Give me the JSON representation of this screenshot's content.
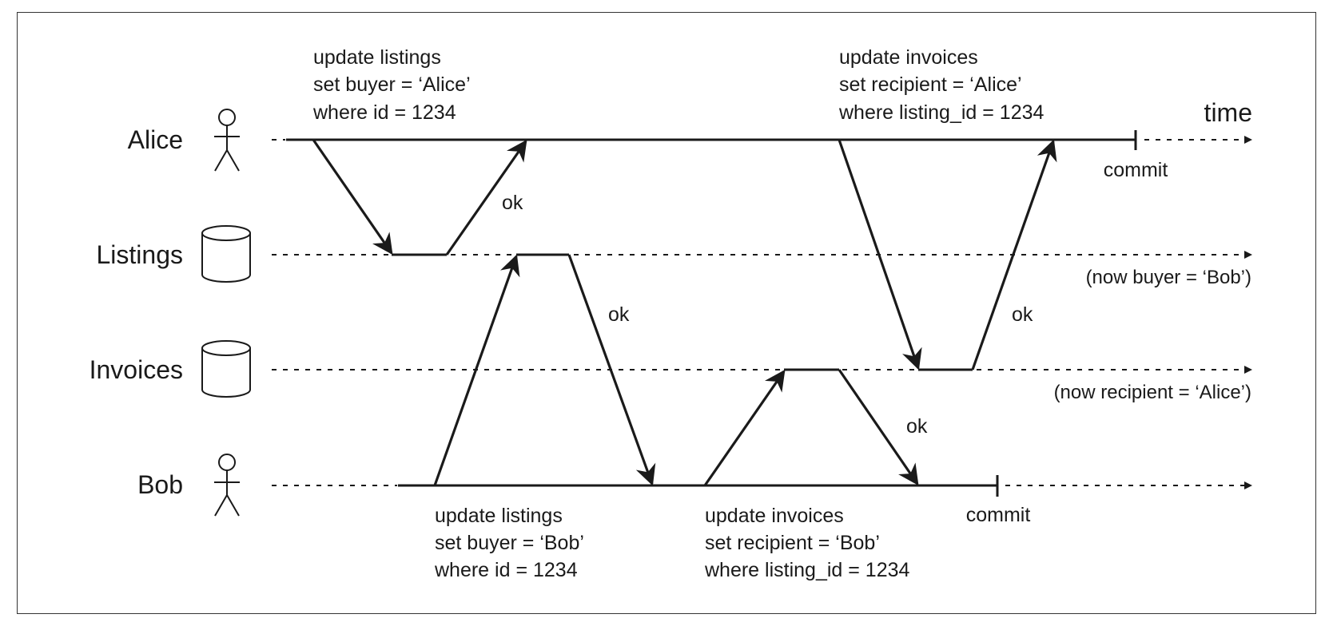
{
  "actors": {
    "alice": "Alice",
    "listings": "Listings",
    "invoices": "Invoices",
    "bob": "Bob"
  },
  "time_label": "time",
  "alice_ops": {
    "update_listings": [
      "update listings",
      "set buyer = ‘Alice’",
      "where id = 1234"
    ],
    "update_invoices": [
      "update invoices",
      "set recipient = ‘Alice’",
      "where listing_id = 1234"
    ],
    "commit": "commit"
  },
  "bob_ops": {
    "update_listings": [
      "update listings",
      "set buyer = ‘Bob’",
      "where id = 1234"
    ],
    "update_invoices": [
      "update invoices",
      "set recipient = ‘Bob’",
      "where listing_id = 1234"
    ],
    "commit": "commit"
  },
  "responses": {
    "ok_alice_listings": "ok",
    "ok_bob_listings": "ok",
    "ok_alice_invoices": "ok",
    "ok_bob_invoices": "ok"
  },
  "final_state": {
    "listings": "(now buyer = ‘Bob’)",
    "invoices": "(now recipient = ‘Alice’)"
  }
}
